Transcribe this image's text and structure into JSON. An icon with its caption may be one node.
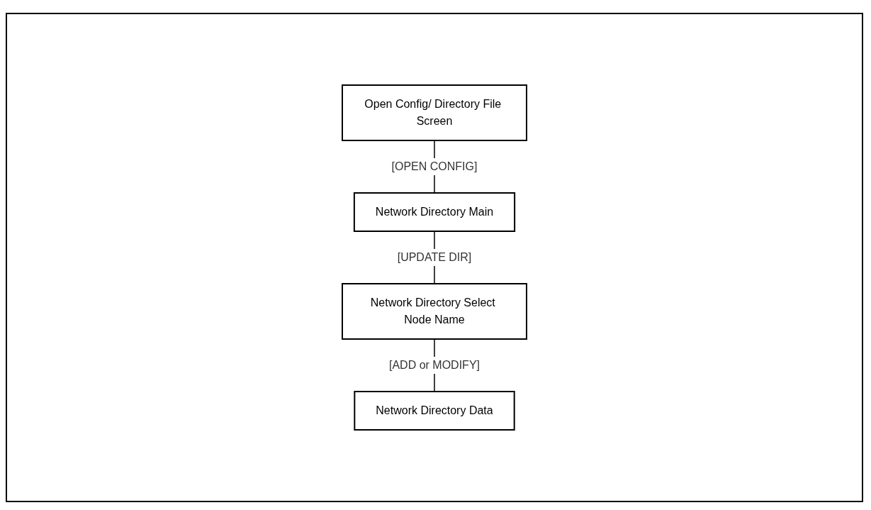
{
  "diagram": {
    "nodes": [
      {
        "text": [
          "Open Config/ Directory File Screen"
        ]
      },
      {
        "text": [
          "Network Directory Main"
        ]
      },
      {
        "text": [
          "Network Directory Select Node Name"
        ]
      },
      {
        "text": [
          "Network Directory Data"
        ]
      }
    ],
    "edges": [
      {
        "from": 0,
        "to": 1,
        "arrow": "none",
        "label": "[OPEN CONFIG]"
      },
      {
        "from": 1,
        "to": 2,
        "arrow": "none",
        "label": "[UPDATE DIR]"
      },
      {
        "from": 2,
        "to": 3,
        "arrow": "none",
        "label": "[ADD or MODIFY]"
      }
    ]
  }
}
